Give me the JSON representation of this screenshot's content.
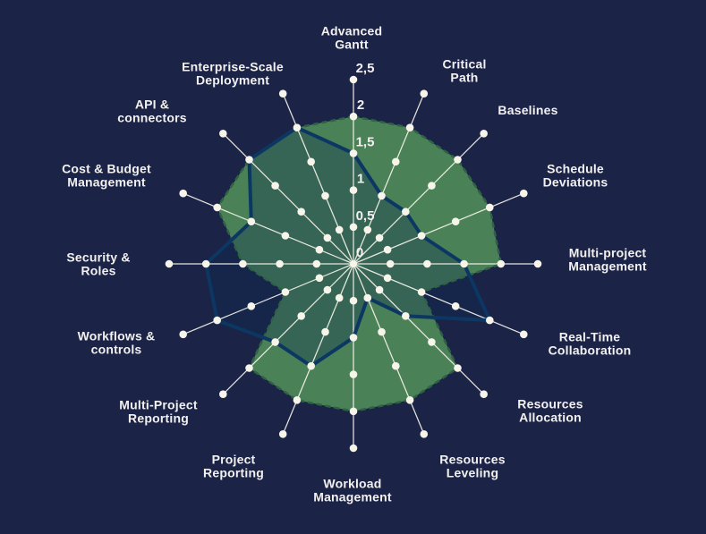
{
  "background_color": "#1b2347",
  "chart_data": {
    "type": "radar",
    "axes_count": 16,
    "categories": [
      "Advanced\nGantt",
      "Critical\nPath",
      "Baselines",
      "Schedule\nDeviations",
      "Multi-project\nManagement",
      "Real-Time\nCollaboration",
      "Resources\nAllocation",
      "Resources\nLeveling",
      "Workload\nManagement",
      "Project\nReporting",
      "Multi-Project\nReporting",
      "Workflows &\ncontrols",
      "Security &\nRoles",
      "Cost & Budget\nManagement",
      "API &\nconnectors",
      "Enterprise-Scale\nDeployment"
    ],
    "series": [
      {
        "name": "green-area",
        "fill": "#4a8157",
        "stroke": "#2f6244",
        "values": [
          2,
          2,
          2,
          2,
          2,
          1,
          2,
          2,
          2,
          2,
          2,
          1,
          1.5,
          2,
          2,
          2
        ]
      },
      {
        "name": "navy-area",
        "fill": "rgba(13,43,82,0.32)",
        "stroke": "#0d3763",
        "values": [
          1.5,
          1,
          1,
          1,
          1.5,
          2,
          1,
          0.5,
          1,
          1.5,
          1.5,
          2,
          2,
          1.5,
          2,
          2
        ]
      }
    ],
    "tick_values": [
      0,
      0.5,
      1,
      1.5,
      2,
      2.5
    ],
    "tick_labels": [
      "0",
      "0,5",
      "1",
      "1,5",
      "2",
      "2,5"
    ],
    "rmax": 2.5,
    "grid": "radial spokes with dot markers every 0.5",
    "legend": "none",
    "spoke_color": "#f7f4ea",
    "dot_color": "#f7f4ea",
    "label_color": "#f2f1ef"
  }
}
